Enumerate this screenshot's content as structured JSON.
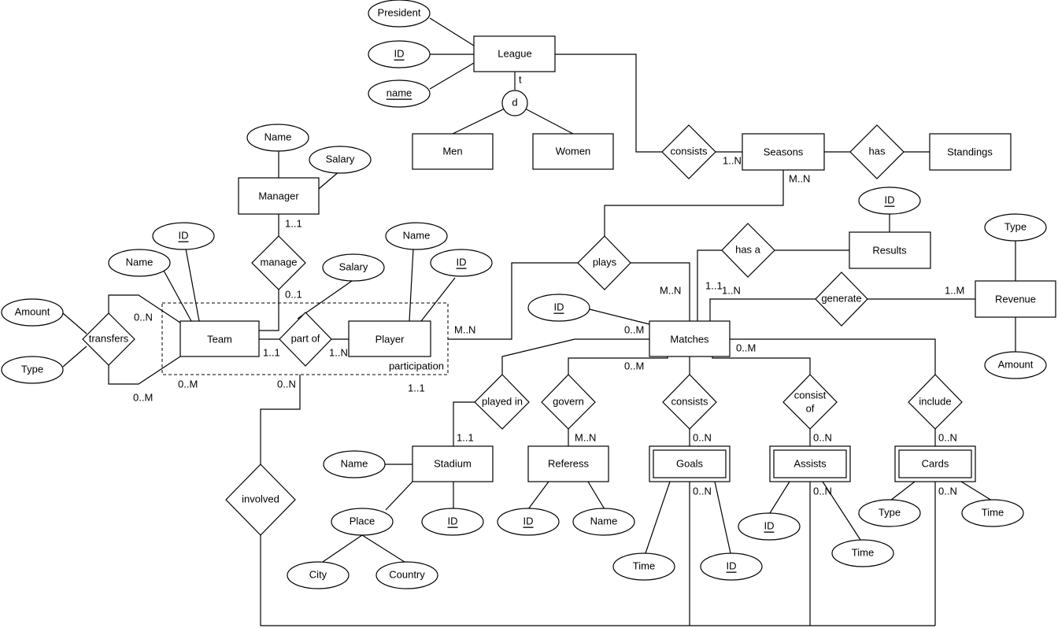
{
  "entities": {
    "league": "League",
    "men": "Men",
    "women": "Women",
    "seasons": "Seasons",
    "standings": "Standings",
    "manager": "Manager",
    "results": "Results",
    "revenue": "Revenue",
    "team": "Team",
    "player": "Player",
    "matches": "Matches",
    "stadium": "Stadium",
    "referess": "Referess",
    "goals": "Goals",
    "assists": "Assists",
    "cards": "Cards"
  },
  "relationships": {
    "consists_seasons": "consists",
    "has_standings": "has",
    "manage": "manage",
    "part_of": "part of",
    "transfers": "transfers",
    "plays": "plays",
    "has_a": "has a",
    "generate": "generate",
    "played_in": "played in",
    "govern": "govern",
    "consists_goals": "consists",
    "consist_of_1": "consist",
    "consist_of_2": "of",
    "include": "include",
    "involved": "involved"
  },
  "attributes": {
    "league_president": "President",
    "league_id": "ID",
    "league_name": "name",
    "manager_name": "Name",
    "manager_salary": "Salary",
    "team_id": "ID",
    "team_name": "Name",
    "transfer_amount": "Amount",
    "transfer_type": "Type",
    "partof_salary": "Salary",
    "player_name": "Name",
    "player_id": "ID",
    "results_id": "ID",
    "revenue_type": "Type",
    "revenue_amount": "Amount",
    "matches_id": "ID",
    "stadium_name": "Name",
    "stadium_place": "Place",
    "stadium_id": "ID",
    "place_city": "City",
    "place_country": "Country",
    "referess_id": "ID",
    "referess_name": "Name",
    "goals_time": "Time",
    "goals_id": "ID",
    "assists_id": "ID",
    "assists_time": "Time",
    "cards_type": "Type",
    "cards_time": "Time"
  },
  "specialization": {
    "symbol": "d",
    "constraint": "t"
  },
  "aggregation_label": "participation",
  "cardinalities": {
    "league_seasons": "1..N",
    "seasons_plays": "M..N",
    "manager_manage": "1..1",
    "manage_team": "0..1",
    "transfers_top": "0..N",
    "transfers_bottom": "0..M",
    "team_bottom": "0..M",
    "team_partof": "1..1",
    "partof_player": "1..N",
    "participation_plays": "M..N",
    "participation_involved": "0..N",
    "player_below": "1..1",
    "results_matches": "1..1",
    "plays_matches": "M..N",
    "revenue_matches": "1..N",
    "revenue_generate": "1..M",
    "matches_id": "0..M",
    "matches_right": "0..M",
    "matches_govern": "0..M",
    "stadium_played_in": "1..1",
    "referess_govern": "M..N",
    "goals_consists": "0..N",
    "assists_consist": "0..N",
    "cards_include": "0..N",
    "goals_bottom": "0..N",
    "assists_bottom": "0..N",
    "cards_bottom": "0..N"
  }
}
